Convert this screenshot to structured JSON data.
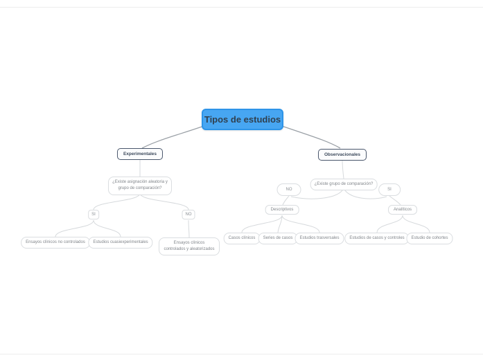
{
  "app": {
    "type": "mind-map-diagram",
    "background": "#ffffff"
  },
  "colors": {
    "root_fill": "#47a6f2",
    "root_border": "#2d94e8",
    "root_text": "#30404f",
    "branch_border": "#49566b",
    "branch_text": "#3d4a5c",
    "secondary_border": "#dadde0",
    "secondary_text": "#80858a",
    "link_primary": "#9aa0a6",
    "link_secondary": "#d6d9dc"
  },
  "root": {
    "label": "Tipos de estudios"
  },
  "left": {
    "title": "Experimentales",
    "question": "¿Existe asignación aleatoria y grupo de comparación?",
    "answer_si": "SI",
    "answer_no": "NO",
    "leaf_si_1": "Ensayos clínicos no controlados",
    "leaf_si_2": "Estudios cuasiexperimentales",
    "leaf_no_1": "Ensayos clínicos controlados y aleatorizados"
  },
  "right": {
    "title": "Observacionales",
    "question": "¿Existe grupo de comparación?",
    "answer_no": "NO",
    "answer_si": "SI",
    "category_no": "Descriptivos",
    "category_si": "Analíticos",
    "leaf_no_1": "Casos clínicos",
    "leaf_no_2": "Series de casos",
    "leaf_no_3": "Estudios trasversales",
    "leaf_si_1": "Estudios de casos y controles",
    "leaf_si_2": "Estudio de cohortes"
  }
}
